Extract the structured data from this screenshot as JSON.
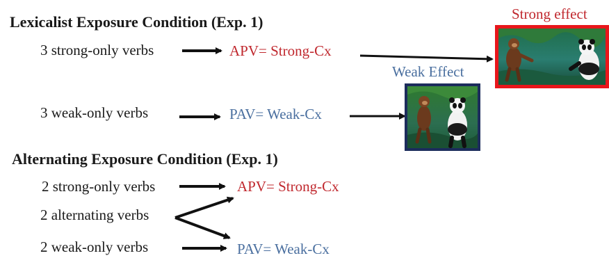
{
  "lexicalist": {
    "heading": "Lexicalist Exposure Condition (Exp. 1)",
    "row1_verbs": "3 strong-only verbs",
    "row1_result": "APV= Strong-Cx",
    "row2_verbs": "3 weak-only verbs",
    "row2_result": "PAV= Weak-Cx"
  },
  "alternating": {
    "heading": "Alternating  Exposure Condition (Exp. 1)",
    "row1_verbs": "2 strong-only verbs",
    "row1_result": "APV= Strong-Cx",
    "row2_verbs": "2 alternating verbs",
    "row3_verbs": "2 weak-only verbs",
    "row3_result": "PAV= Weak-Cx"
  },
  "images": {
    "strong_label": "Strong effect",
    "strong_content": [
      "monkey-icon",
      "panda-icon"
    ],
    "weak_label": "Weak Effect",
    "weak_content": [
      "monkey-icon",
      "panda-icon"
    ]
  },
  "colors": {
    "strong": "#c0282e",
    "weak": "#4a6f9f",
    "strong_frame": "#e8161b",
    "weak_frame": "#1c2c5c"
  }
}
